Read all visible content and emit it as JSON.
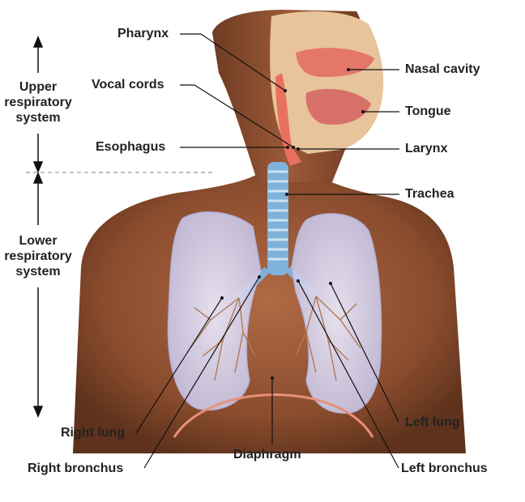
{
  "labels": {
    "pharynx": "Pharynx",
    "vocal_cords": "Vocal cords",
    "esophagus": "Esophagus",
    "nasal_cavity": "Nasal cavity",
    "tongue": "Tongue",
    "larynx": "Larynx",
    "trachea": "Trachea",
    "right_lung": "Right lung",
    "right_bronchus": "Right bronchus",
    "diaphragm": "Diaphragm",
    "left_lung": "Left lung",
    "left_bronchus": "Left bronchus"
  },
  "systems": {
    "upper": [
      "Upper",
      "respiratory",
      "system"
    ],
    "lower": [
      "Lower",
      "respiratory",
      "system"
    ]
  },
  "colors": {
    "skin": "#9a5a3a",
    "skin_dark": "#6e3b22",
    "lung": "#d9d6ee",
    "trachea": "#7fb2d9",
    "airway_tissue": "#e87a6a",
    "leader": "#111111",
    "divider": "#9a9a9a"
  }
}
